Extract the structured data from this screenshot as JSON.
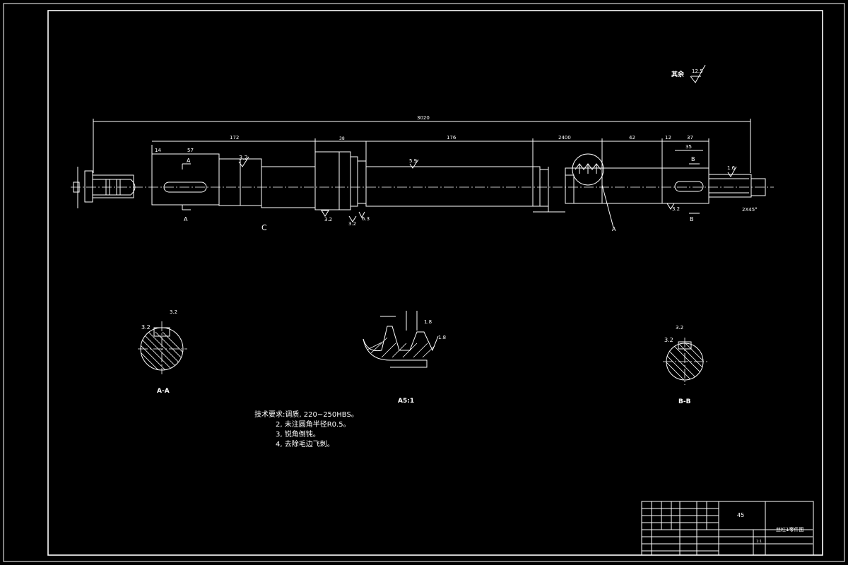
{
  "roughness_note": {
    "label": "其余",
    "value": "12.5"
  },
  "dimensions": {
    "overall": "3020",
    "d172": "172",
    "d14": "14",
    "d57": "57",
    "d38": "38",
    "d176": "176",
    "d2400": "2400",
    "d42": "42",
    "d12": "12",
    "d37": "37",
    "d35": "35"
  },
  "roughness": {
    "r1": "3.2",
    "r2": "5.9",
    "r3": "1.6",
    "r4": "3.2",
    "r5": "3.2",
    "r6": "6.3",
    "r7": "3.2",
    "r8": "3.2",
    "r9": "1.8",
    "r10": "1.8",
    "r11": "3.2",
    "r12": "3.2",
    "r13": "3.2",
    "r14": "3.2"
  },
  "labels": {
    "sec_a_top": "A",
    "sec_a_bottom": "A",
    "sec_c": "C",
    "sec_b_top": "B",
    "sec_b_bottom": "B",
    "detail_a": "A",
    "chamfer": "2X45°"
  },
  "views": {
    "aa_title": "A-A",
    "a_detail_title": "A5:1",
    "bb_title": "B-B"
  },
  "notes": [
    "技术要求:调质, 220~250HBS。",
    "2, 未注圆角半径R0.5。",
    "3, 锐角倒钝。",
    "4, 去除毛边飞刺。"
  ],
  "title_block": {
    "material": "45",
    "drawing_name": "丝杠1零件图",
    "scale": "1:1"
  }
}
